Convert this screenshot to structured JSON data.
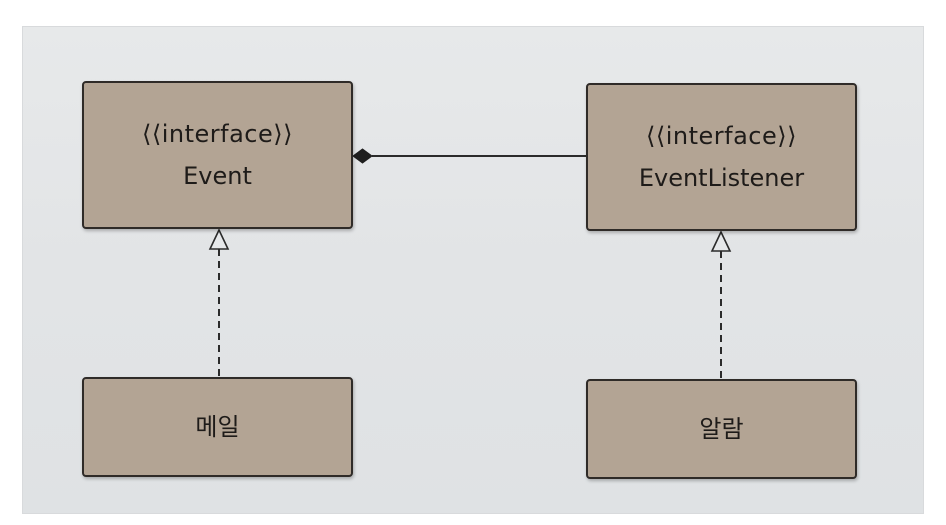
{
  "diagram": {
    "type": "uml-class-diagram",
    "classes": {
      "event": {
        "stereotype": "⟨⟨interface⟩⟩",
        "name": "Event"
      },
      "event_listener": {
        "stereotype": "⟨⟨interface⟩⟩",
        "name": "EventListener"
      },
      "mail": {
        "name": "메일"
      },
      "alarm": {
        "name": "알람"
      }
    },
    "relationships": [
      {
        "from": "Event",
        "to": "EventListener",
        "kind": "composition"
      },
      {
        "from": "메일",
        "to": "Event",
        "kind": "realization"
      },
      {
        "from": "알람",
        "to": "EventListener",
        "kind": "realization"
      }
    ],
    "colors": {
      "box_fill": "#b3a494",
      "box_border": "#2f2b28",
      "line": "#2b2b2b",
      "background": "#e4e6e8"
    }
  }
}
